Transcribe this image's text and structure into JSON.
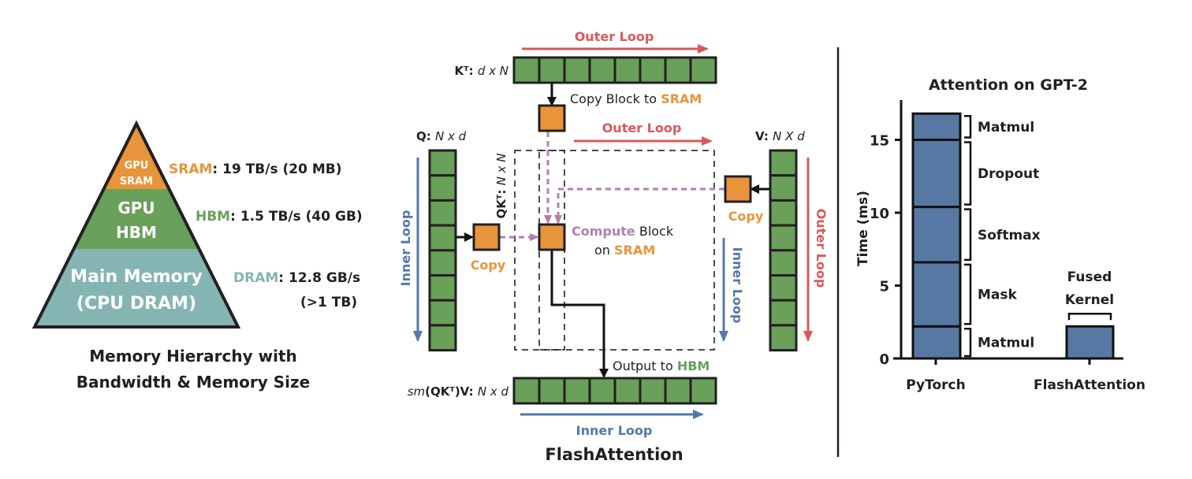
{
  "colors": {
    "sram": "#e8943a",
    "hbm": "#69a05a",
    "dram": "#84b5b3",
    "outer": "#d9595a",
    "inner": "#5577a8",
    "compute": "#b07fb0",
    "bar": "#5878a4"
  },
  "hierarchy": {
    "tier_sram": [
      "GPU",
      "SRAM"
    ],
    "tier_hbm": [
      "GPU",
      "HBM"
    ],
    "tier_dram": [
      "Main Memory",
      "(CPU DRAM)"
    ],
    "sram_name": "SRAM",
    "sram_spec": ": 19 TB/s (20 MB)",
    "hbm_name": "HBM",
    "hbm_spec": ": 1.5 TB/s (40 GB)",
    "dram_name": "DRAM",
    "dram_spec": ": 12.8 GB/s",
    "dram_size": "(>1 TB)",
    "caption": [
      "Memory Hierarchy with",
      "Bandwidth & Memory Size"
    ]
  },
  "flash": {
    "kt_label": "Kᵀ:",
    "kt_dims": "d x N",
    "q_label": "Q:",
    "q_dims": "N x d",
    "v_label": "V:",
    "v_dims": "N X d",
    "qkt_label": "QKᵀ:",
    "qkt_dims": "N x N",
    "out_label_fn": "sm",
    "out_label_rest": "(QKᵀ)V:",
    "out_dims": "N x d",
    "outer_loop": "Outer Loop",
    "inner_loop": "Inner Loop",
    "copy_block": "Copy Block to ",
    "sram": "SRAM",
    "copy": "Copy",
    "compute": "Compute",
    "block": " Block",
    "on": "on ",
    "output_to": "Output to ",
    "hbm": "HBM",
    "title": "FlashAttention"
  },
  "chart_data": {
    "type": "bar",
    "title": "Attention on GPT-2",
    "ylabel": "Time (ms)",
    "xlabel": "",
    "ylim": [
      0,
      17
    ],
    "yticks": [
      0,
      5,
      10,
      15
    ],
    "categories": [
      "PyTorch",
      "FlashAttention"
    ],
    "stacked": true,
    "pytorch_segments": [
      {
        "name": "Matmul",
        "value": 2.2
      },
      {
        "name": "Mask",
        "value": 4.4
      },
      {
        "name": "Softmax",
        "value": 3.8
      },
      {
        "name": "Dropout",
        "value": 4.6
      },
      {
        "name": "Matmul",
        "value": 1.8
      }
    ],
    "flashattention_segments": [
      {
        "name": "Fused Kernel",
        "value": 2.2
      }
    ],
    "fused_label": [
      "Fused",
      "Kernel"
    ],
    "grid": false
  }
}
